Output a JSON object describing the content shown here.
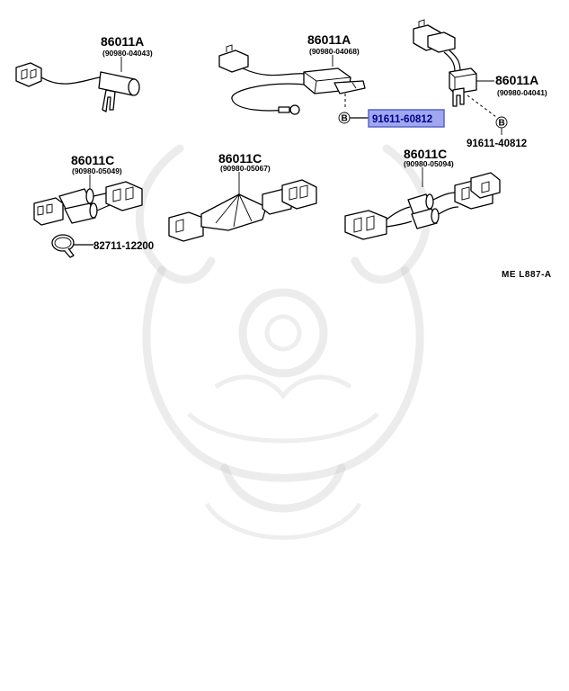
{
  "colors": {
    "highlight_fill": "#9fa8ef",
    "highlight_border": "#5a63c8",
    "highlight_text": "#00008b",
    "watermark": "#c8c8c8"
  },
  "watermark": {
    "icon": "samurai-helmet-watermark"
  },
  "parts": {
    "relay_a1": {
      "number": "86011A",
      "sub": "(90980-04043)"
    },
    "relay_a2": {
      "number": "86011A",
      "sub": "(90980-04068)"
    },
    "relay_a3": {
      "number": "86011A",
      "sub": "(90980-04041)"
    },
    "harness_c1": {
      "number": "86011C",
      "sub": "(90980-05049)"
    },
    "harness_c2": {
      "number": "86011C",
      "sub": "(90980-05067)"
    },
    "harness_c3": {
      "number": "86011C",
      "sub": "(90980-05094)"
    },
    "clamp": {
      "number": "82711-12200"
    },
    "bolt_highlighted": {
      "number": "91611-60812",
      "marker": "B"
    },
    "bolt": {
      "number": "91611-40812",
      "marker": "B"
    }
  },
  "diagram_code": "ME  L887-A"
}
